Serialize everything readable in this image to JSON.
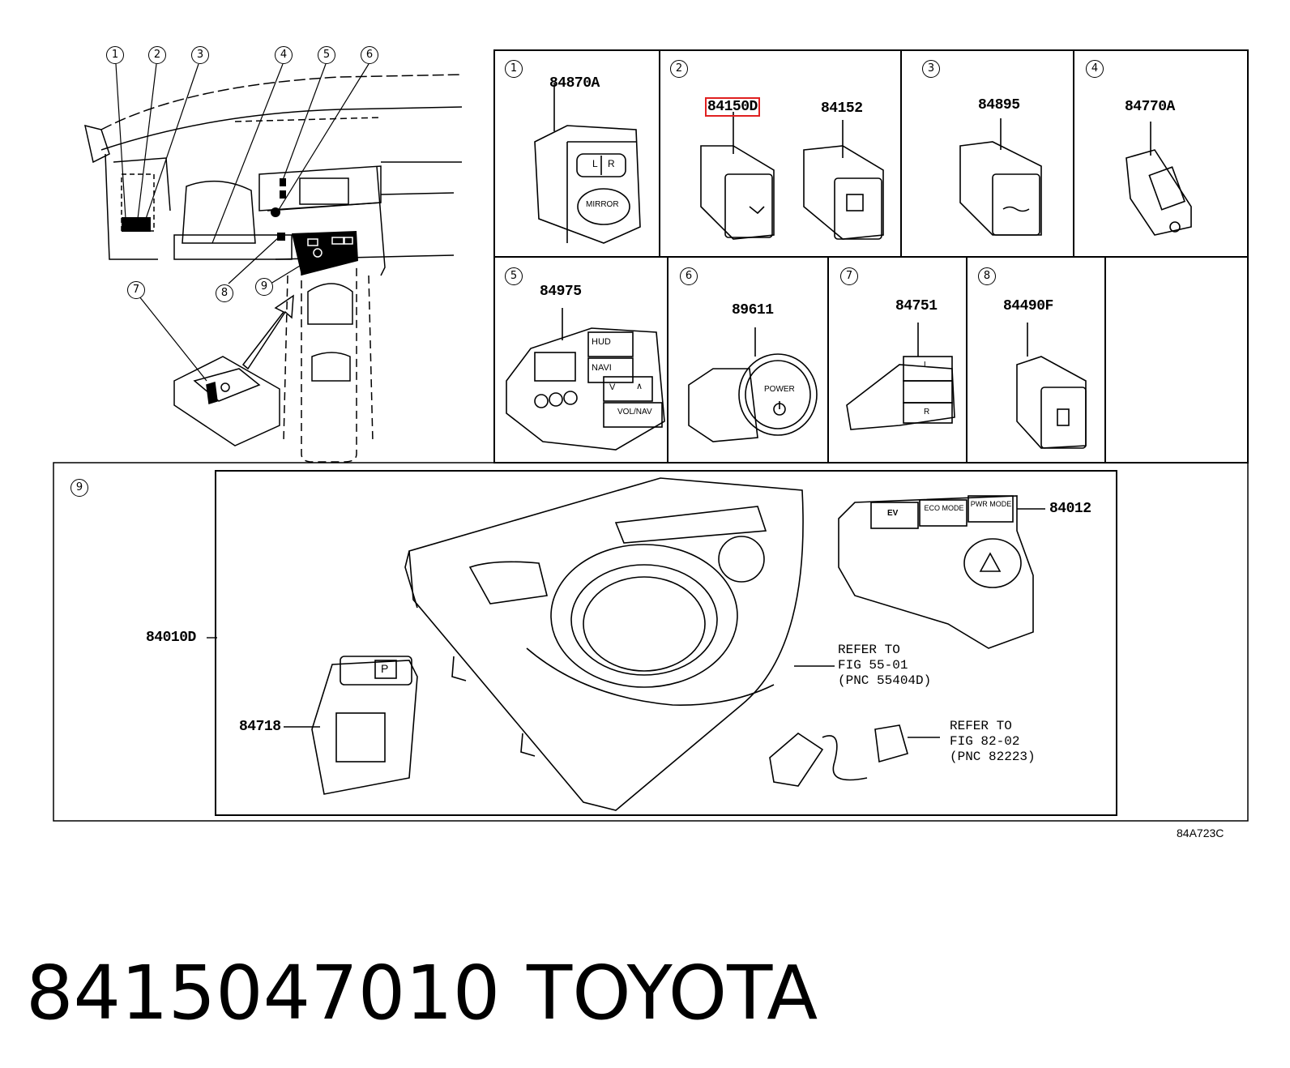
{
  "overview": {
    "callouts": [
      "1",
      "2",
      "3",
      "4",
      "5",
      "6",
      "7",
      "8",
      "9"
    ]
  },
  "panels": {
    "p1": {
      "num": "1",
      "part": "84870A"
    },
    "p2": {
      "num": "2",
      "part_a": "84150D",
      "part_b": "84152"
    },
    "p3": {
      "num": "3",
      "part": "84895"
    },
    "p4": {
      "num": "4",
      "part": "84770A"
    },
    "p5": {
      "num": "5",
      "part": "84975",
      "buttons": [
        "HUD",
        "NAVI",
        "V",
        "∧",
        "VOL/NAV"
      ]
    },
    "p6": {
      "num": "6",
      "part": "89611",
      "button": "POWER"
    },
    "p7": {
      "num": "7",
      "part": "84751",
      "buttons": [
        "L",
        "R"
      ]
    },
    "p8": {
      "num": "8",
      "part": "84490F"
    },
    "p9": {
      "num": "9",
      "part_console": "84010D",
      "part_switch": "84012",
      "part_park": "84718",
      "park_label": "P",
      "mode_buttons": [
        "EV",
        "ECO MODE",
        "PWR MODE"
      ],
      "mirror_labels": [
        "L",
        "R",
        "MIRROR"
      ],
      "ref1": "REFER TO\nFIG 55-01\n(PNC 55404D)",
      "ref2": "REFER TO\nFIG 82-02\n(PNC 82223)"
    }
  },
  "diagram_code": "84A723C",
  "footer": {
    "part_number": "8415047010",
    "brand": "TOYOTA"
  },
  "colors": {
    "highlight": "#e02020",
    "line": "#000000"
  }
}
